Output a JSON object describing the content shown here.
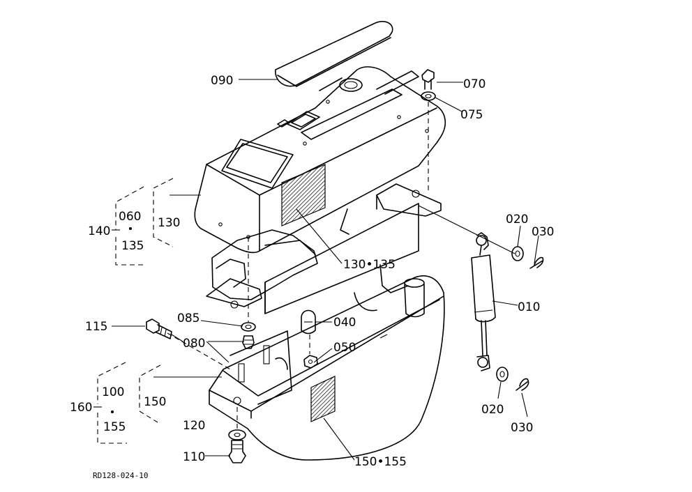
{
  "labels": {
    "p010": "010",
    "p020a": "020",
    "p020b": "020",
    "p030a": "030",
    "p030b": "030",
    "p040": "040",
    "p050": "050",
    "p060": "060",
    "p070": "070",
    "p075": "075",
    "p080": "080",
    "p085": "085",
    "p090": "090",
    "p100": "100",
    "p110": "110",
    "p115": "115",
    "p120": "120",
    "p130": "130",
    "p130_135": "130•135",
    "p135": "135",
    "p140": "140",
    "p150": "150",
    "p150_155": "150•155",
    "p155": "155",
    "p160": "160"
  },
  "drawing_code": "RD128-024-10"
}
